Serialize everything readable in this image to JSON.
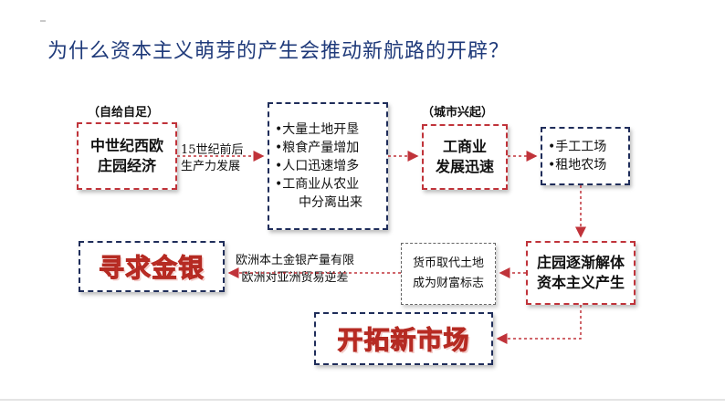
{
  "title": "为什么资本主义萌芽的产生会推动新航路的开辟？",
  "tags": {
    "self_sufficient": "（自给自足）",
    "city_rise": "（城市兴起）"
  },
  "boxes": {
    "manor": [
      "中世纪西欧",
      "庄园经济"
    ],
    "conditions": [
      "•大量土地开垦",
      "•粮食产量增加",
      "•人口迅速增多",
      "•工商业从农业",
      "中分离出来"
    ],
    "commerce": [
      "工商业",
      "发展迅速"
    ],
    "workshops": [
      "•手工工场",
      "•租地农场"
    ],
    "capitalism": [
      "庄园逐渐解体",
      "资本主义产生"
    ],
    "currency": [
      "货币取代土地",
      "成为财富标志"
    ],
    "seek_gold": "寻求金银",
    "new_market": "开拓新市场"
  },
  "labels": {
    "before15": [
      "15世纪前后",
      "生产力发展"
    ],
    "europe": [
      "欧洲本土金银产量有限",
      "欧洲对亚洲贸易逆差"
    ]
  },
  "colors": {
    "title": "#1f3a7a",
    "accent_red": "#c0333a",
    "navy": "#1f2d5a",
    "big_text": "#e03a30"
  }
}
